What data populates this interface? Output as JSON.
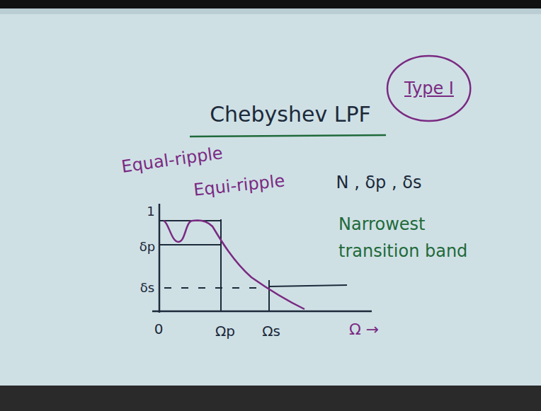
{
  "diagram": {
    "title": "Chebyshev LPF",
    "nodes": [
      {
        "text": [
          "Type I"
        ]
      }
    ],
    "labels": [
      "Equal-ripple",
      "Equi-ripple",
      "N , δp , δs",
      "Narrowest transition band",
      "1",
      "δp",
      "δs",
      "0",
      "Ωp",
      "Ωs",
      "Ω →"
    ]
  }
}
